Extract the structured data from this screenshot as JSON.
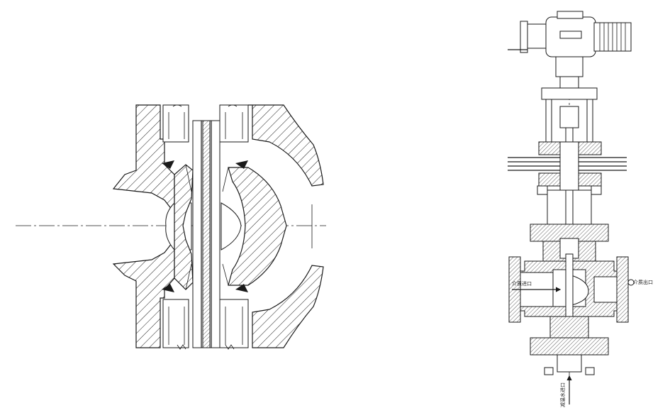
{
  "labels": {
    "inlet": "介质进口",
    "outlet": "介质出口",
    "bottom": "减温水进口"
  }
}
